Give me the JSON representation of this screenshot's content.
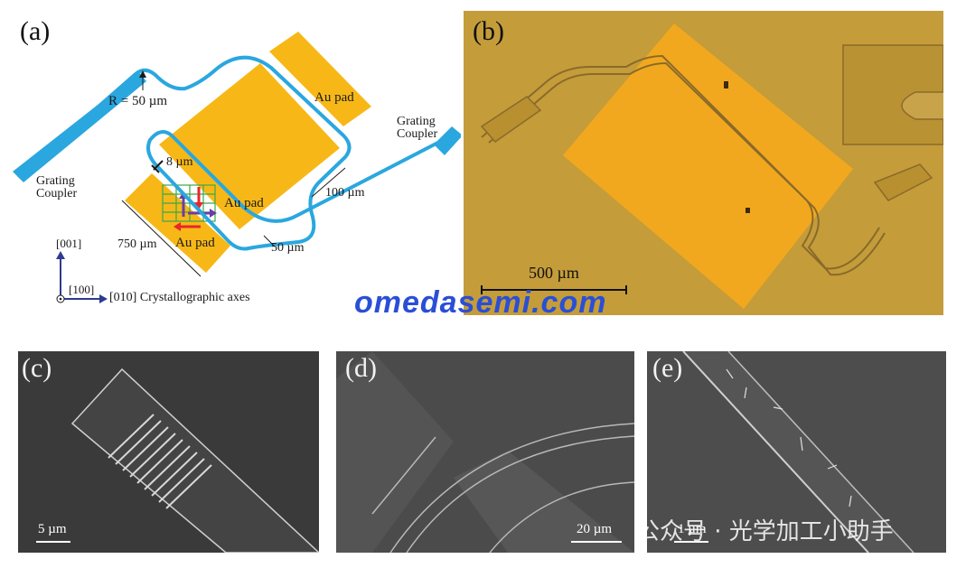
{
  "panels": {
    "a": {
      "label": "(a)",
      "radius_label": "R = 50 µm",
      "pad_label_top": "Au pad",
      "pad_label_center": "Au pad",
      "pad_label_bottom": "Au pad",
      "grating_left": [
        "Grating",
        "Coupler"
      ],
      "grating_right": [
        "Grating",
        "Coupler"
      ],
      "dim_8": "8 µm",
      "dim_100": "100 µm",
      "dim_750": "750 µm",
      "dim_50": "50 µm",
      "axis_001": "[001]",
      "axis_100": "[100]",
      "axis_010": "[010] Crystallographic axes",
      "colors": {
        "waveguide": "#2aa7df",
        "pad": "#f7b817",
        "electrode": "#3aa84a"
      }
    },
    "b": {
      "label": "(b)",
      "scale_bar": "500 µm"
    },
    "c": {
      "label": "(c)",
      "scale_bar": "5 µm"
    },
    "d": {
      "label": "(d)",
      "scale_bar": "20 µm"
    },
    "e": {
      "label": "(e)",
      "scale_bar": "1 µm"
    }
  },
  "watermark": "omedasemi.com",
  "wechat_caption": "公众号 · 光学加工小助手"
}
